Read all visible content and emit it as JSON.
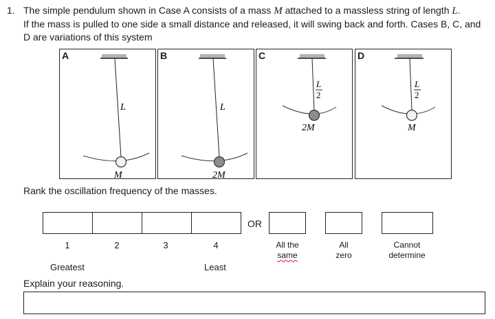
{
  "question": {
    "number": "1.",
    "line1_before": "The simple pendulum shown in Case A consists of a mass ",
    "mass_symbol": "M",
    "line1_middle": " attached to a massless string of length ",
    "length_symbol": "L",
    "line1_after": ".",
    "line2": "If the mass is pulled to one side a small distance and released, it will swing back and forth. Cases B, C, and D are variations of this system"
  },
  "cases": [
    {
      "label": "A",
      "length_label": "L",
      "length_fraction": 1.0,
      "mass_label": "M",
      "mass_fill": "#f2f2f2"
    },
    {
      "label": "B",
      "length_label": "L",
      "length_fraction": 1.0,
      "mass_label": "2M",
      "mass_fill": "#8c8c8c"
    },
    {
      "label": "C",
      "length_num": "L",
      "length_den": "2",
      "length_fraction": 0.5,
      "mass_label": "2M",
      "mass_fill": "#8c8c8c"
    },
    {
      "label": "D",
      "length_num": "L",
      "length_den": "2",
      "length_fraction": 0.5,
      "mass_label": "M",
      "mass_fill": "#f2f2f2"
    }
  ],
  "prompt": "Rank the oscillation frequency of the masses.",
  "ranking": {
    "positions": [
      "1",
      "2",
      "3",
      "4"
    ],
    "or_label": "OR",
    "greatest_label": "Greatest",
    "least_label": "Least",
    "alternatives": [
      {
        "line1": "All the",
        "line2": "same"
      },
      {
        "line1": "All",
        "line2": "zero"
      },
      {
        "line1": "Cannot",
        "line2": "determine"
      }
    ]
  },
  "explain_label": "Explain your reasoning."
}
